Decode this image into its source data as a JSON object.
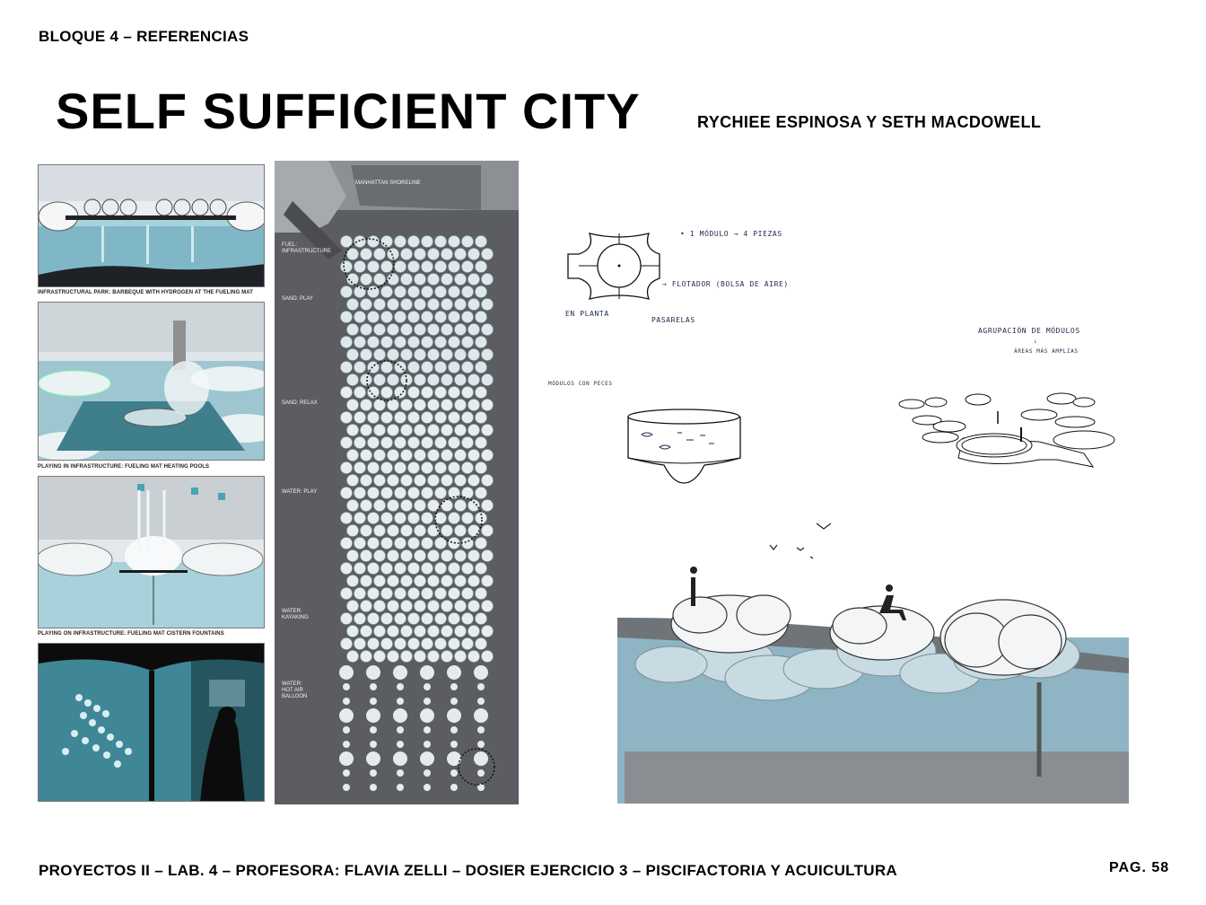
{
  "header": {
    "block_label": "BLOQUE 4 – REFERENCIAS",
    "title": "SELF SUFFICIENT CITY",
    "authors": "RYCHIEE ESPINOSA  Y SETH MACDOWELL"
  },
  "panels": {
    "captions": [
      "INFRASTRUCTURAL PARK: BARBEQUE WITH HYDROGEN AT THE FUELING MAT",
      "PLAYING IN INFRASTRUCTURE: FUELING MAT HEATING POOLS",
      "PLAYING ON INFRASTRUCTURE: FUELING MAT CISTERN FOUNTAINS"
    ]
  },
  "plan": {
    "shoreline": "MANHATTAN SHORELINE",
    "labels": {
      "fuel": "FUEL:\nINFRASTRUCTURE",
      "sand_play": "SAND: PLAY",
      "sand_relax": "SAND: RELAX",
      "water_play": "WATER: PLAY",
      "water_kayaking": "WATER:\nKAYAKING",
      "water_balloon": "WATER:\nHOT AIR\nBALLOON"
    }
  },
  "sketches": {
    "module_count": "• 1  MÓDULO → 4 PIEZAS",
    "flotador": "→ FLOTADOR  (BOLSA DE AIRE)",
    "en_planta": "EN  PLANTA",
    "pasarelas": "PASARELAS",
    "agrupacion": "AGRUPACIÓN  DE  MÓDULOS",
    "agrupacion_arrow": "↓",
    "areas": "ÁREAS  MÁS  AMPLIAS",
    "modulos_peces": "MÓDULOS   CON   PECES"
  },
  "footer": {
    "text": "PROYECTOS II – LAB. 4 – PROFESORA: FLAVIA ZELLI – DOSIER EJERCICIO 3 – PISCIFACTORIA Y ACUICULTURA",
    "page": "PAG. 58"
  }
}
